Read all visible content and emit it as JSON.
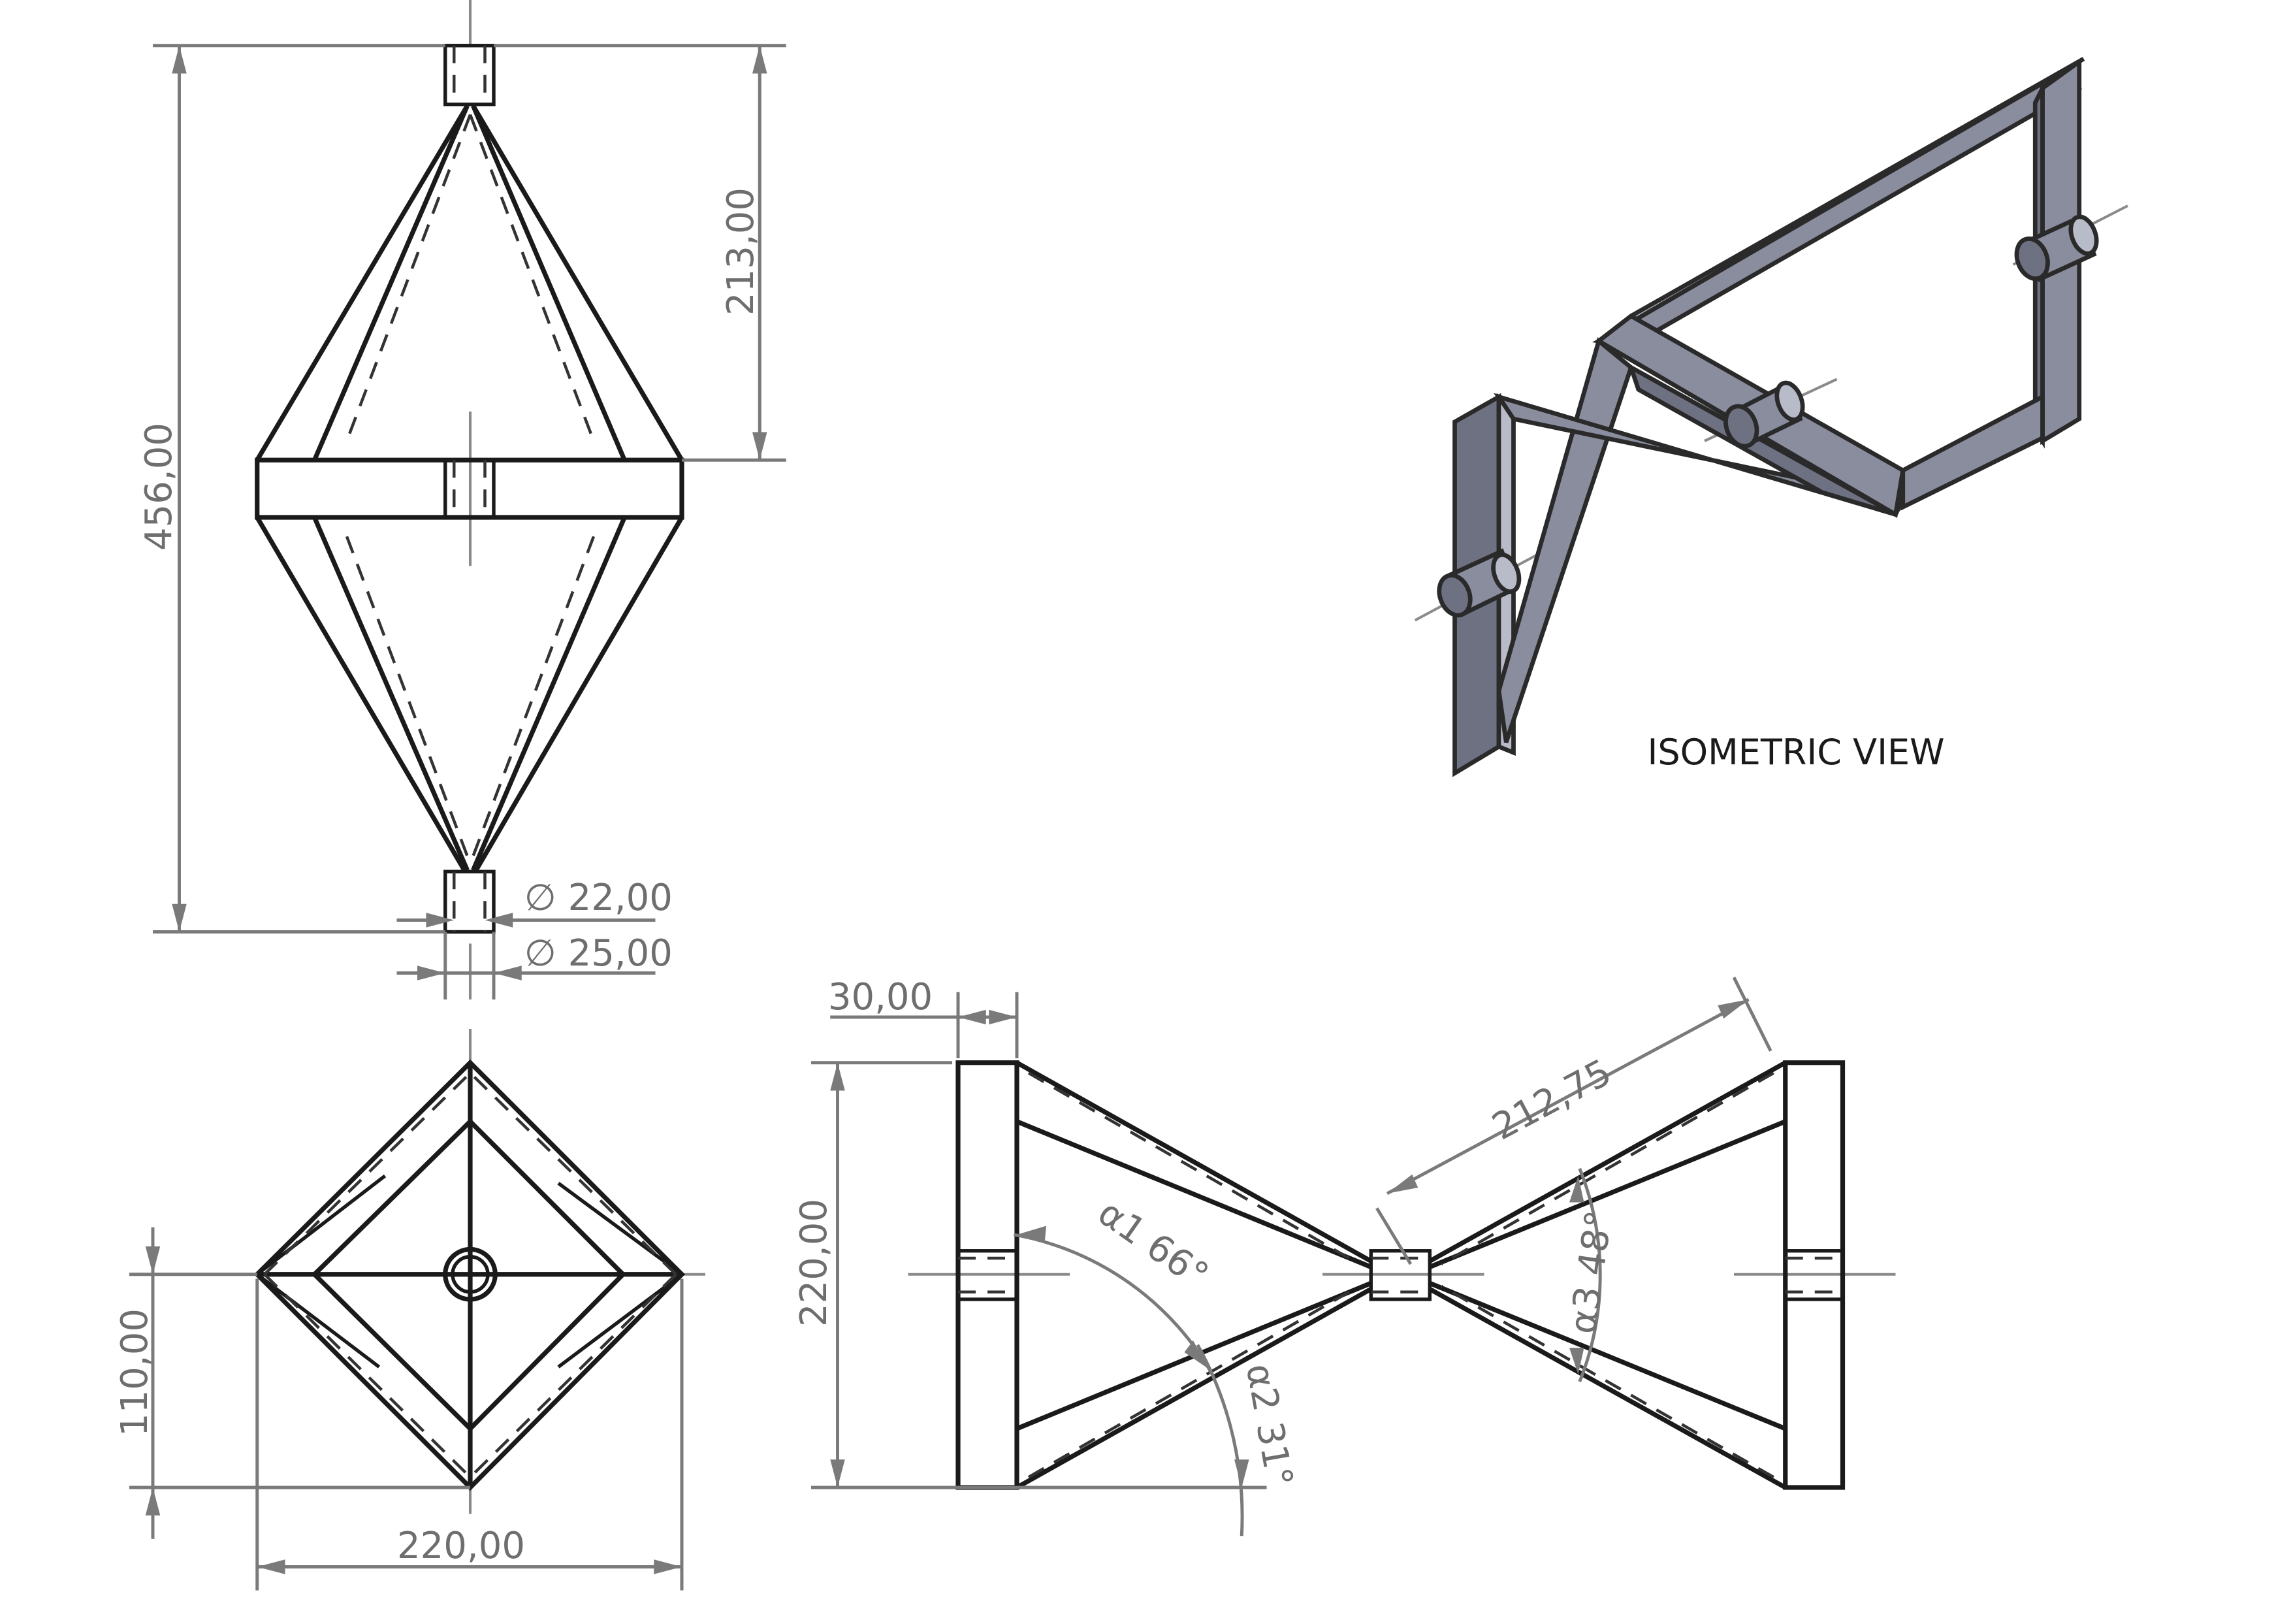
{
  "drawing": {
    "front_view": {
      "overall_height": "456,00",
      "half_height": "213,00",
      "tube_inner_diameter": "∅ 22,00",
      "tube_outer_diameter": "∅ 25,00"
    },
    "top_view": {
      "width": "220,00",
      "half_depth": "110,00"
    },
    "side_view": {
      "tube_length": "30,00",
      "height": "220,00",
      "strut_length": "212,75",
      "angle_1": "α1 66°",
      "angle_2": "α2 31°",
      "angle_3": "α3 48°"
    },
    "isometric": {
      "label": "ISOMETRIC VIEW",
      "colors": {
        "face": "#8a8d9e",
        "dark": "#6e7182",
        "light": "#b8bbc8"
      }
    }
  }
}
